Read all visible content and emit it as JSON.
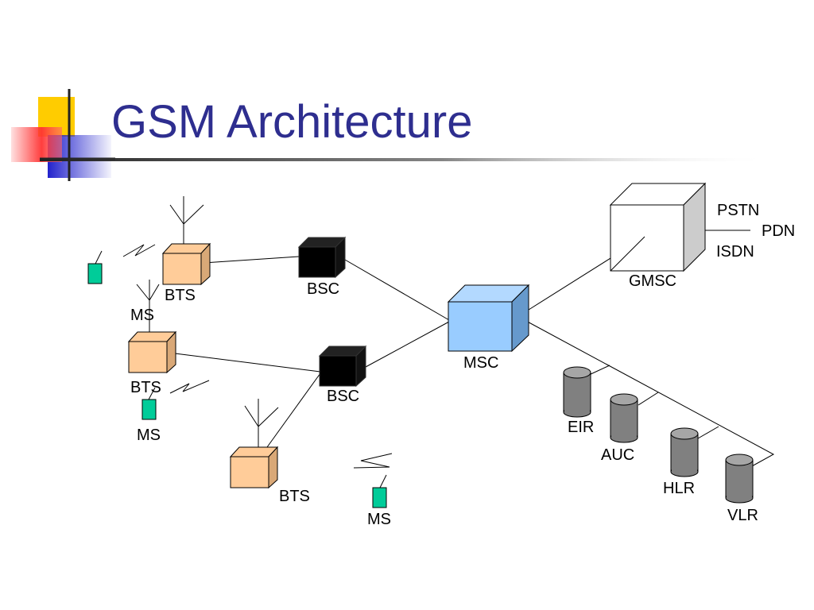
{
  "slide": {
    "title": "GSM Architecture"
  },
  "diagram": {
    "nodes": {
      "bts_top": "BTS",
      "bts_mid": "BTS",
      "bts_bottom": "BTS",
      "bsc_top": "BSC",
      "bsc_bottom": "BSC",
      "msc": "MSC",
      "gmsc": "GMSC",
      "ms_top": "MS",
      "ms_mid": "MS",
      "ms_bottom": "MS",
      "eir": "EIR",
      "auc": "AUC",
      "hlr": "HLR",
      "vlr": "VLR"
    },
    "external_networks": [
      "PSTN",
      "PDN",
      "ISDN"
    ]
  },
  "colors": {
    "title": "#2e2e8f",
    "bts_front": "#ffcc99",
    "bts_side": "#d9a877",
    "bsc": "#000000",
    "msc_front": "#99ccff",
    "msc_side": "#6699cc",
    "gmsc_side": "#cccccc",
    "database": "#808080",
    "ms": "#00cc99"
  }
}
